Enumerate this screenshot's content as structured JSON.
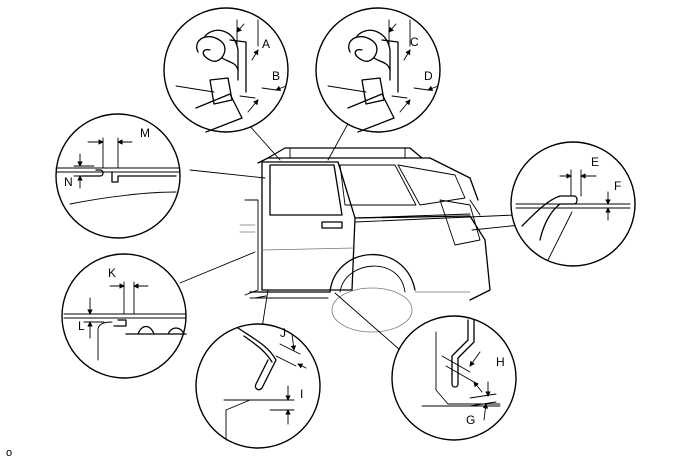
{
  "labels": {
    "a": "A",
    "b": "B",
    "c": "C",
    "d": "D",
    "e": "E",
    "f": "F",
    "g": "G",
    "h": "H",
    "i": "I",
    "j": "J",
    "k": "K",
    "l": "L",
    "m": "M",
    "n": "N"
  },
  "corner_mark": "o"
}
